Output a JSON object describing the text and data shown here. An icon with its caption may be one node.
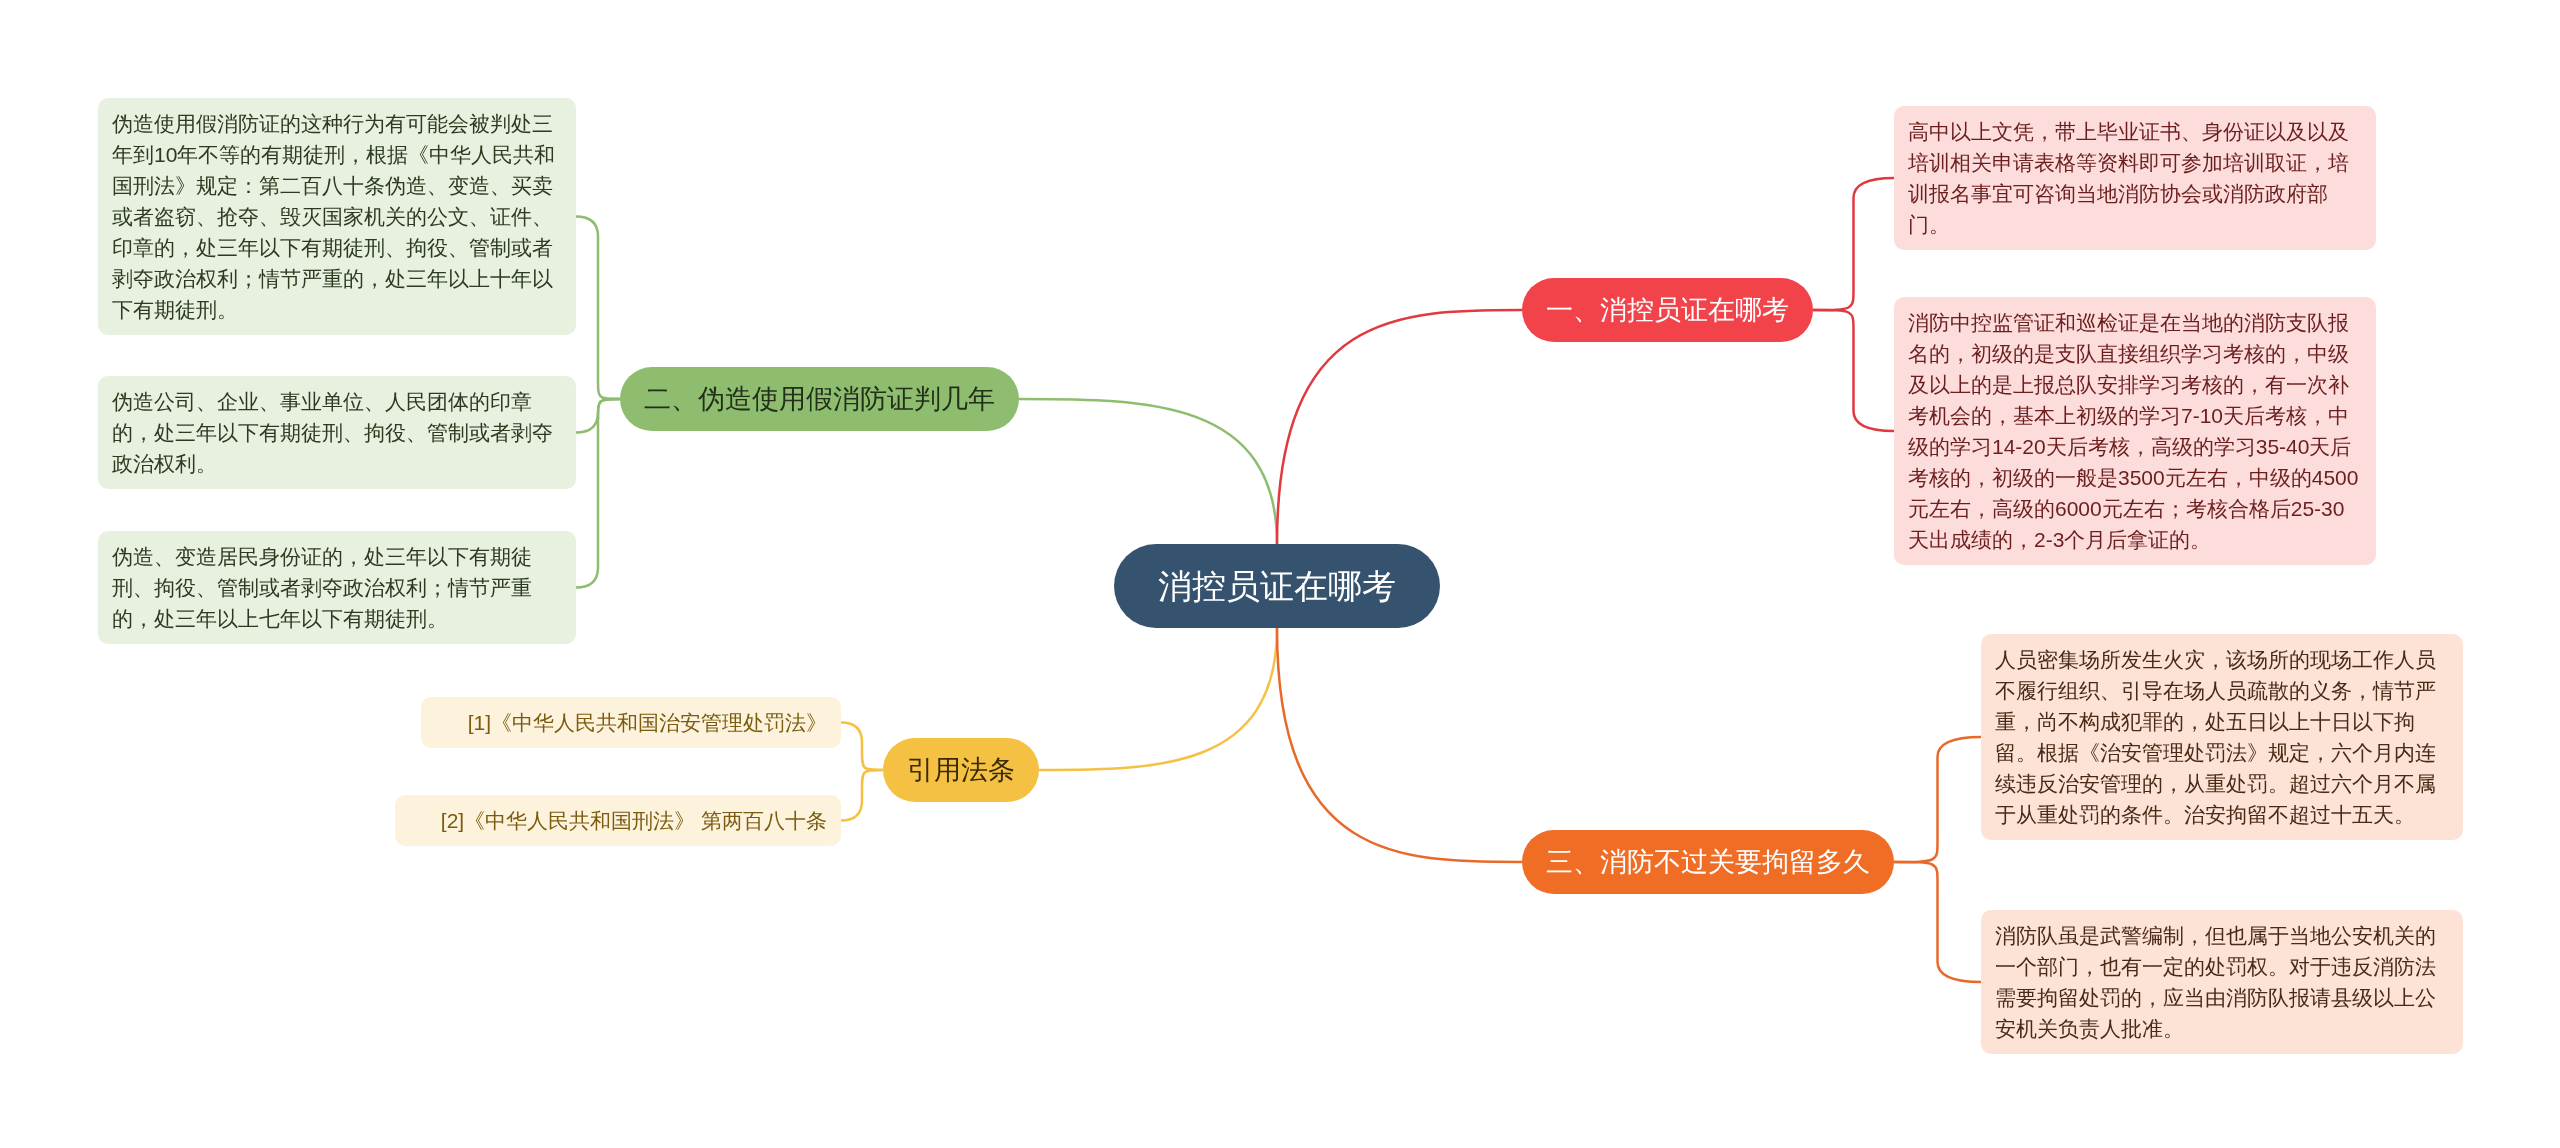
{
  "diagram": {
    "nodes": [
      {
        "text": [
          "消控员证在哪考"
        ]
      },
      {
        "text": [
          "二、伪造使用假消防证判几年"
        ]
      },
      {
        "text": [
          "伪造使用假消防证的这种行为有可能会被判处三年到10年不等的有期徒刑，根据《中华人民共和国刑法》规定：第二百八十条伪造、变造、买卖或者盗窃、抢夺、毁灭国家机关的公文、证件、印章的，处三年以下有期徒刑、拘役、管制或者剥夺政治权利；情节严重的，处三年以上十年以下有期徒刑。"
        ]
      },
      {
        "text": [
          "伪造公司、企业、事业单位、人民团体的印章的，处三年以下有期徒刑、拘役、管制或者剥夺政治权利。"
        ]
      },
      {
        "text": [
          "伪造、变造居民身份证的，处三年以下有期徒刑、拘役、管制或者剥夺政治权利；情节严重的，处三年以上七年以下有期徒刑。"
        ]
      },
      {
        "text": [
          "引用法条"
        ]
      },
      {
        "text": [
          "[1]《中华人民共和国治安管理处罚法》"
        ]
      },
      {
        "text": [
          "[2]《中华人民共和国刑法》 第两百八十条"
        ]
      },
      {
        "text": [
          "一、消控员证在哪考"
        ]
      },
      {
        "text": [
          "高中以上文凭，带上毕业证书、身份证以及以及培训相关申请表格等资料即可参加培训取证，培训报名事宜可咨询当地消防协会或消防政府部门。"
        ]
      },
      {
        "text": [
          "消防中控监管证和巡检证是在当地的消防支队报名的，初级的是支队直接组织学习考核的，中级及以上的是上报总队安排学习考核的，有一次补考机会的，基本上初级的学习7-10天后考核，中级的学习14-20天后考核，高级的学习35-40天后考核的，初级的一般是3500元左右，中级的4500元左右，高级的6000元左右；考核合格后25-30天出成绩的，2-3个月后拿证的。"
        ]
      },
      {
        "text": [
          "三、消防不过关要拘留多久"
        ]
      },
      {
        "text": [
          "人员密集场所发生火灾，该场所的现场工作人员不履行组织、引导在场人员疏散的义务，情节严重，尚不构成犯罪的，处五日以上十日以下拘留。根据《治安管理处罚法》规定，六个月内连续违反治安管理的，从重处罚。超过六个月不属于从重处罚的条件。治安拘留不超过十五天。"
        ]
      },
      {
        "text": [
          "消防队虽是武警编制，但也属于当地公安机关的一个部门，也有一定的处罚权。对于违反消防法需要拘留处罚的，应当由消防队报请县级以上公安机关负责人批准。"
        ]
      }
    ],
    "edges": [
      {
        "from": 0,
        "to": 1,
        "arrow": "none",
        "color": "#8fbd6f"
      },
      {
        "from": 1,
        "to": 2,
        "arrow": "none",
        "color": "#8fbd6f"
      },
      {
        "from": 1,
        "to": 3,
        "arrow": "none",
        "color": "#8fbd6f"
      },
      {
        "from": 1,
        "to": 4,
        "arrow": "none",
        "color": "#8fbd6f"
      },
      {
        "from": 0,
        "to": 5,
        "arrow": "none",
        "color": "#f5c143"
      },
      {
        "from": 5,
        "to": 6,
        "arrow": "none",
        "color": "#f5c143"
      },
      {
        "from": 5,
        "to": 7,
        "arrow": "none",
        "color": "#f5c143"
      },
      {
        "from": 0,
        "to": 8,
        "arrow": "none",
        "color": "#e0393f"
      },
      {
        "from": 8,
        "to": 9,
        "arrow": "none",
        "color": "#e0393f"
      },
      {
        "from": 8,
        "to": 10,
        "arrow": "none",
        "color": "#e0393f"
      },
      {
        "from": 0,
        "to": 11,
        "arrow": "none",
        "color": "#e8692a"
      },
      {
        "from": 11,
        "to": 12,
        "arrow": "none",
        "color": "#e8692a"
      },
      {
        "from": 11,
        "to": 13,
        "arrow": "none",
        "color": "#e8692a"
      }
    ]
  }
}
